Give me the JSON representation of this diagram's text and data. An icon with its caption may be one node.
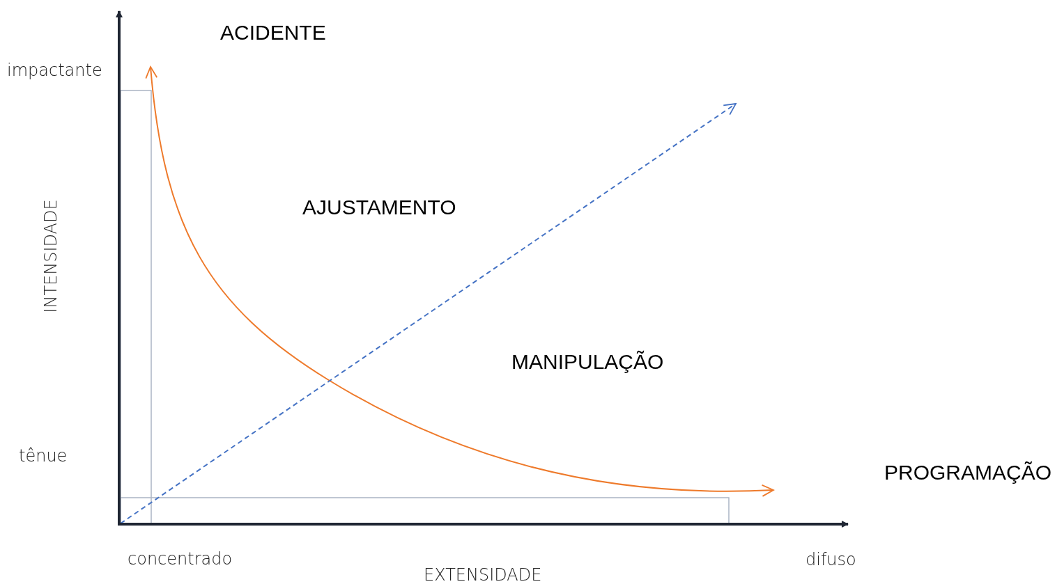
{
  "diagram": {
    "nodes": [
      {
        "text": [],
        "shape": "box"
      },
      {
        "text": [],
        "shape": "box"
      }
    ],
    "labels": [
      "ACIDENTE",
      "impactante",
      "AJUSTAMENTO",
      "INTENSIDADE",
      "MANIPULAÇÃO",
      "tênue",
      "PROGRAMAÇÃO",
      "concentrado",
      "difuso",
      "EXTENSIDADE"
    ]
  }
}
